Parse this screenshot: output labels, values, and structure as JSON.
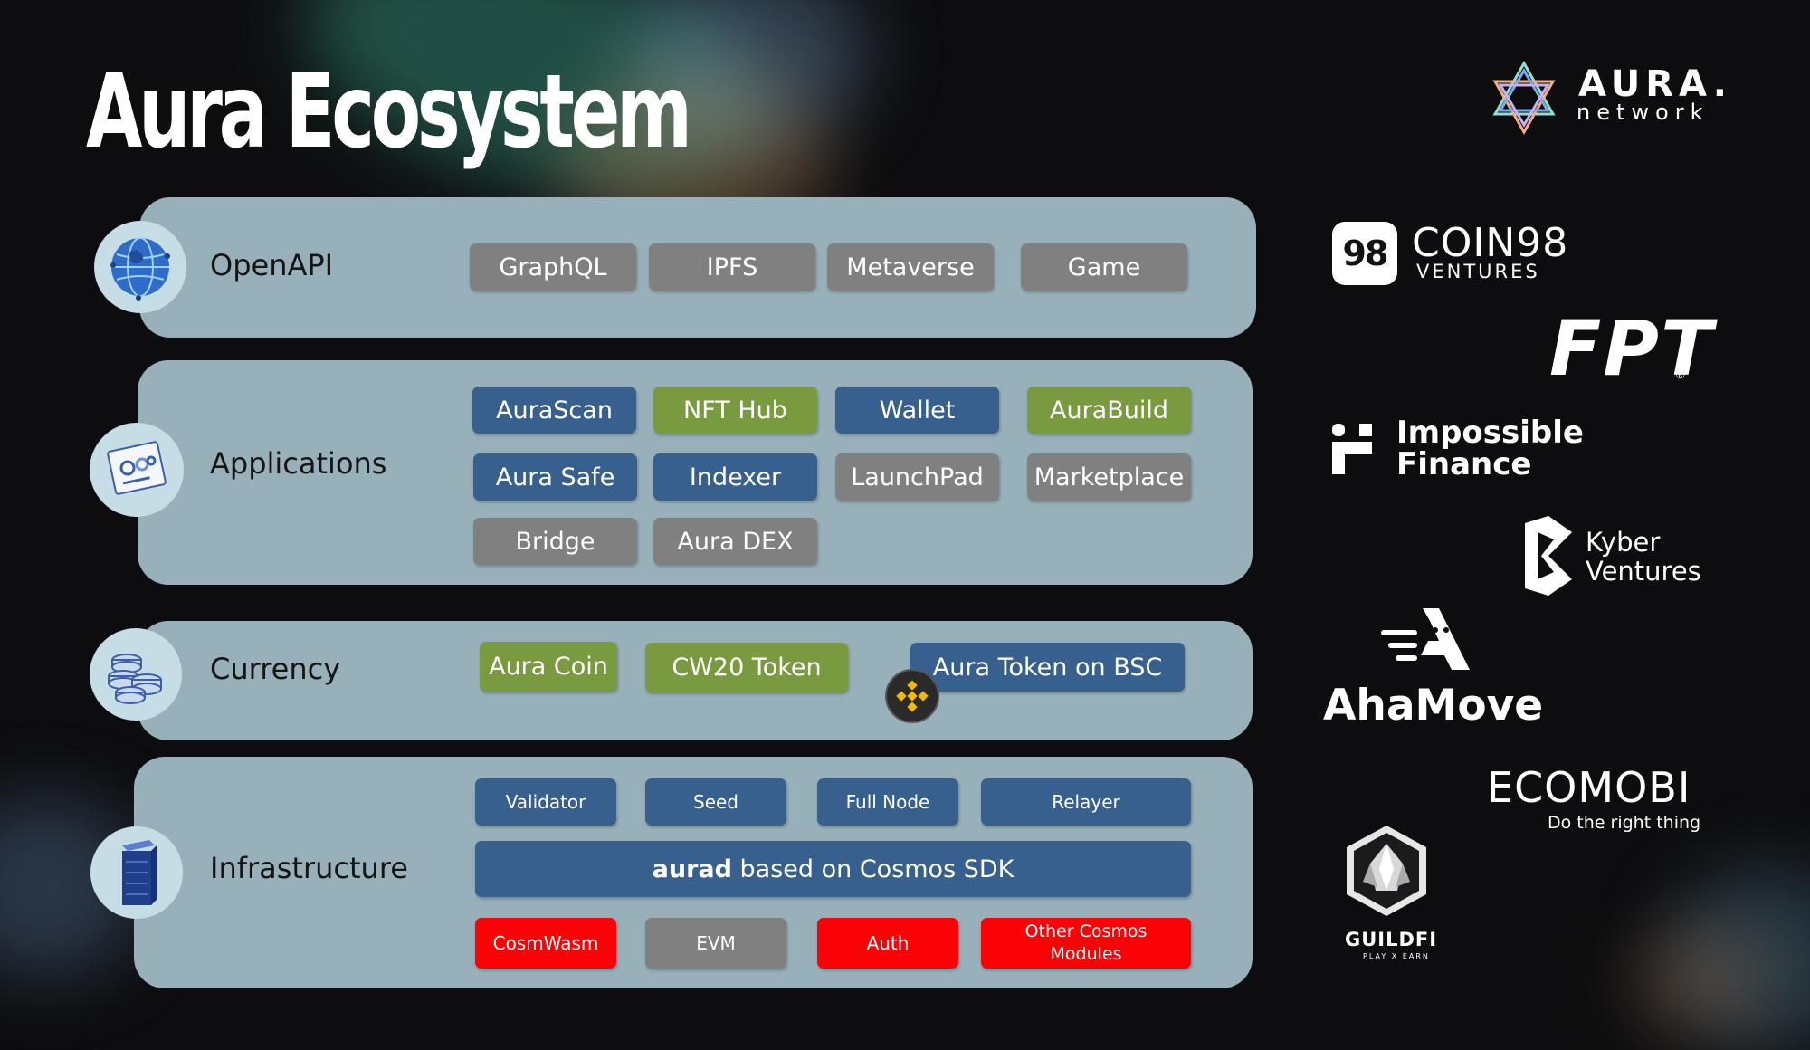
{
  "title": "Aura Ecosystem",
  "colors": {
    "panel": "#97b0b9",
    "gray_box": "#808080",
    "blue_box": "#37608f",
    "green_box": "#7a9a3f",
    "red_box": "#fb0206",
    "background": "#0d0d0f"
  },
  "layers": {
    "openapi": {
      "label": "OpenAPI",
      "icon": "globe-icon",
      "items": [
        "GraphQL",
        "IPFS",
        "Metaverse",
        "Game"
      ]
    },
    "applications": {
      "label": "Applications",
      "icon": "dashboard-icon",
      "items": [
        "AuraScan",
        "NFT Hub",
        "Wallet",
        "AuraBuild",
        "Aura Safe",
        "Indexer",
        "LaunchPad",
        "Marketplace",
        "Bridge",
        "Aura DEX"
      ]
    },
    "currency": {
      "label": "Currency",
      "icon": "coins-icon",
      "items": [
        "Aura Coin",
        "CW20 Token",
        "Aura Token on BSC"
      ],
      "badge_icon": "binance-icon"
    },
    "infrastructure": {
      "label": "Infrastructure",
      "icon": "server-icon",
      "nodes": [
        "Validator",
        "Seed",
        "Full Node",
        "Relayer"
      ],
      "core_bold": "aurad",
      "core_rest": " based on Cosmos SDK",
      "modules": [
        "CosmWasm",
        "EVM",
        "Auth",
        "Other Cosmos Modules"
      ]
    }
  },
  "partners": {
    "aura": {
      "name": "AURA.",
      "sub": "network"
    },
    "coin98": {
      "name": "COIN98",
      "sub": "VENTURES",
      "badge": "98"
    },
    "fpt": {
      "name": "FPT",
      "reg": "®"
    },
    "impossible": {
      "line1": "Impossible",
      "line2": "Finance"
    },
    "kyber": {
      "line1": "Kyber",
      "line2": "Ventures"
    },
    "ahamove": {
      "name": "AhaMove"
    },
    "ecomobi": {
      "name": "ECOMOBI",
      "tagline": "Do the right thing"
    },
    "guildfi": {
      "name": "GUILDFI",
      "tagline": "PLAY X EARN"
    }
  }
}
